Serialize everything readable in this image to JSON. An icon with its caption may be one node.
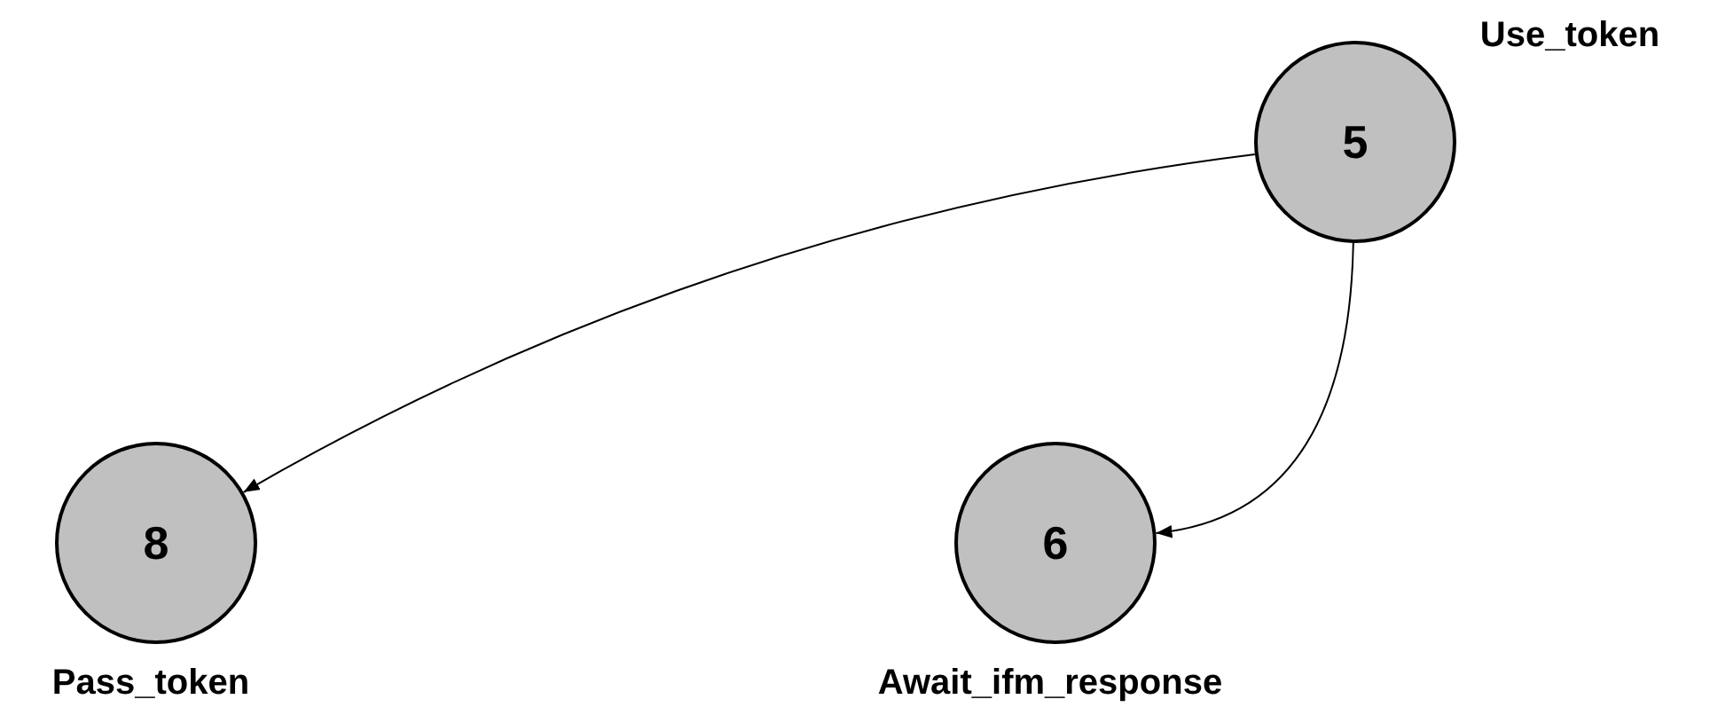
{
  "diagram": {
    "nodes": [
      {
        "text": [
          "5"
        ],
        "beside": [
          "Use_token"
        ]
      },
      {
        "text": [
          "8"
        ],
        "beside": [
          "Pass_token"
        ]
      },
      {
        "text": [
          "6"
        ],
        "beside": [
          "Await_ifm_response"
        ]
      }
    ],
    "edges": [
      {
        "from": 0,
        "to": 1,
        "arrow": "to"
      },
      {
        "from": 0,
        "to": 2,
        "arrow": "to"
      }
    ]
  }
}
